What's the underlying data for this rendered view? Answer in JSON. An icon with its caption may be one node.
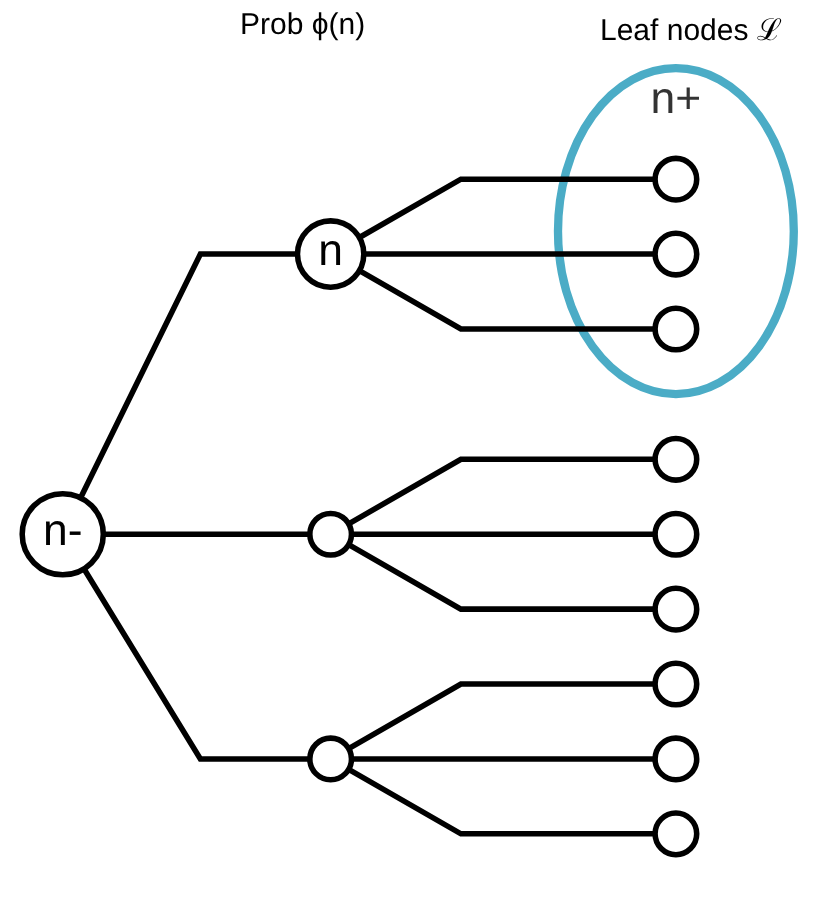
{
  "diagram": {
    "nodes": [
      {
        "text": [
          "n-"
        ]
      },
      {
        "text": [],
        "shape": "circle"
      },
      {
        "text": [
          "n"
        ]
      },
      {
        "text": [],
        "shape": "circle"
      },
      {
        "text": [],
        "shape": "circle"
      },
      {
        "text": [],
        "shape": "circle"
      },
      {
        "text": [],
        "shape": "circle"
      },
      {
        "text": [
          "n+"
        ]
      },
      {
        "text": [],
        "shape": "circle",
        "in": 7
      },
      {
        "text": [],
        "shape": "circle",
        "in": 7
      },
      {
        "text": [],
        "shape": "circle",
        "in": 7
      },
      {
        "text": [],
        "shape": "circle"
      },
      {
        "text": [],
        "shape": "circle"
      },
      {
        "text": [],
        "shape": "circle"
      }
    ],
    "edges": [
      {
        "from": 0,
        "to": 1,
        "arrow": "none"
      },
      {
        "from": 0,
        "to": 2,
        "arrow": "none"
      },
      {
        "from": 0,
        "to": 3,
        "arrow": "none"
      },
      {
        "from": 1,
        "to": 4,
        "arrow": "none"
      },
      {
        "from": 1,
        "to": 5,
        "arrow": "none"
      },
      {
        "from": 1,
        "to": 6,
        "arrow": "none"
      },
      {
        "from": 2,
        "to": 8,
        "arrow": "none"
      },
      {
        "from": 2,
        "to": 9,
        "arrow": "none"
      },
      {
        "from": 2,
        "to": 10,
        "arrow": "none"
      },
      {
        "from": 3,
        "to": 11,
        "arrow": "none"
      },
      {
        "from": 3,
        "to": 12,
        "arrow": "none"
      },
      {
        "from": 3,
        "to": 13,
        "arrow": "none"
      }
    ],
    "labels": [
      "Prob ϕ(n)",
      "Leaf nodes ℒ"
    ]
  }
}
